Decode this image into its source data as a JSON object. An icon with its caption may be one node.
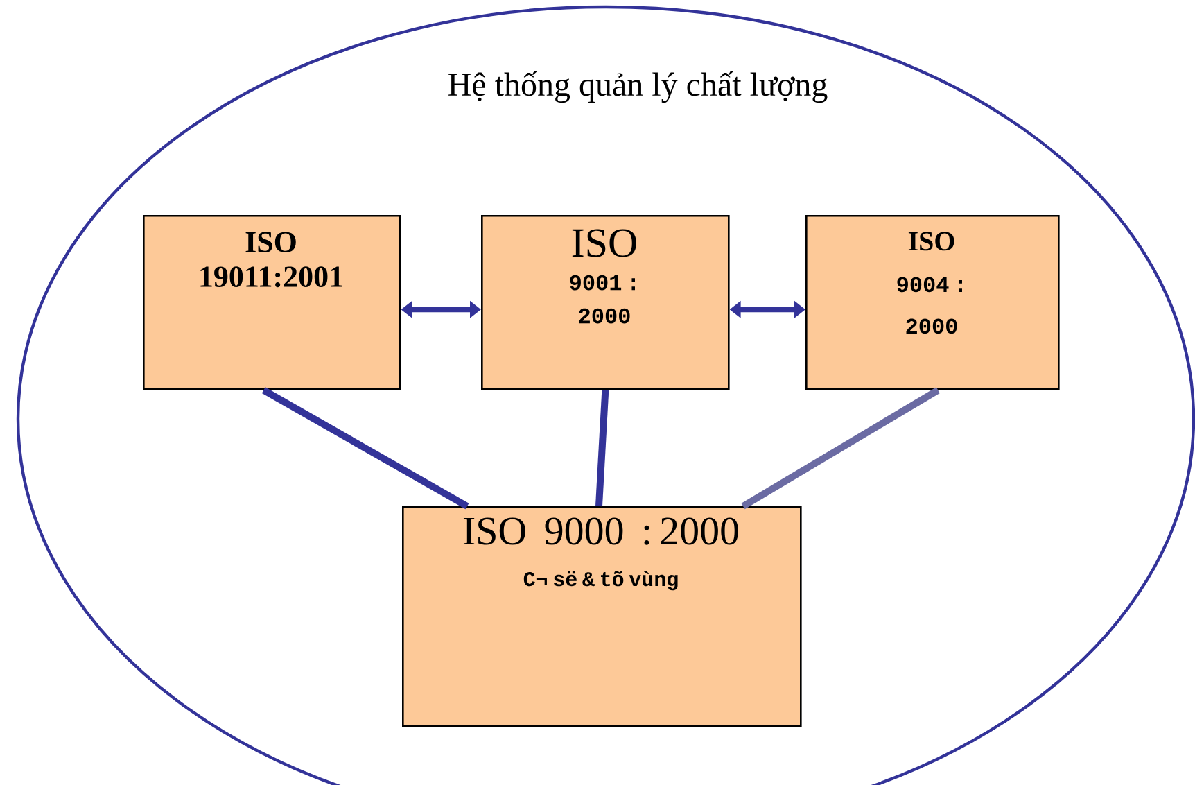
{
  "diagram": {
    "nodes": [
      {
        "text": [
          "Hệ thống quản lý chất lượng"
        ]
      },
      {
        "text": [
          "ISO",
          "19011:2001"
        ],
        "in": 0
      },
      {
        "text": [
          "ISO",
          "9001 : 2000"
        ],
        "in": 0
      },
      {
        "text": [
          "ISO",
          "9004 : 2000"
        ],
        "in": 0
      },
      {
        "text": [
          "ISO 9000 : 2000",
          "C¬ së & tõ vùng"
        ],
        "in": 0
      }
    ],
    "edges": [
      {
        "from": 1,
        "to": 2,
        "arrow": "both"
      },
      {
        "from": 2,
        "to": 3,
        "arrow": "both"
      },
      {
        "from": 1,
        "to": 4,
        "arrow": "none"
      },
      {
        "from": 2,
        "to": 4,
        "arrow": "none"
      },
      {
        "from": 3,
        "to": 4,
        "arrow": "none",
        "color": "#6b6ba3"
      }
    ]
  }
}
